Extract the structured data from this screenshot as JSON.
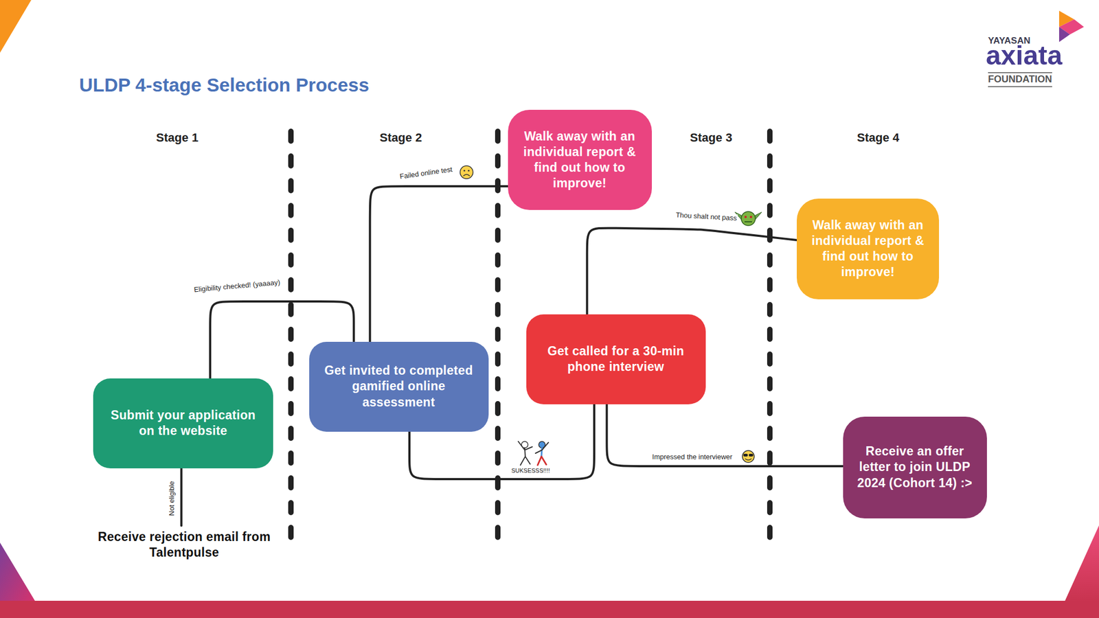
{
  "diagram": {
    "title": "ULDP 4-stage Selection Process",
    "nodes": [
      {
        "text": [
          "Submit your application on the website"
        ]
      },
      {
        "text": [
          "Receive rejection email from Talentpulse"
        ]
      },
      {
        "text": [
          "Get invited to completed gamified online assessment"
        ]
      },
      {
        "text": [
          "Walk away with an individual report & find out how to improve!"
        ]
      },
      {
        "text": [
          "Get called for a 30-min phone interview"
        ]
      },
      {
        "text": [
          "Walk away with an individual report & find out how to improve!"
        ]
      },
      {
        "text": [
          "Receive an offer letter to join ULDP 2024 (Cohort 14) :>"
        ]
      }
    ],
    "edges": [
      {
        "from": 0,
        "to": 1,
        "label": "Not eligible",
        "arrow": "none"
      },
      {
        "from": 0,
        "to": 2,
        "label": "Eligibility checked! (yaaaay)",
        "arrow": "none"
      },
      {
        "from": 2,
        "to": 3,
        "label": "Failed online test",
        "arrow": "none"
      },
      {
        "from": 2,
        "to": 4,
        "label": "SUKSESSS!!!!",
        "arrow": "none"
      },
      {
        "from": 4,
        "to": 5,
        "label": "Thou shalt not pass",
        "arrow": "none"
      },
      {
        "from": 4,
        "to": 6,
        "label": "Impressed the interviewer",
        "arrow": "none"
      }
    ],
    "labels": [
      "Stage 1",
      "Stage 2",
      "Stage 3",
      "Stage 4",
      "YAYASAN",
      "axiata",
      "FOUNDATION"
    ]
  }
}
